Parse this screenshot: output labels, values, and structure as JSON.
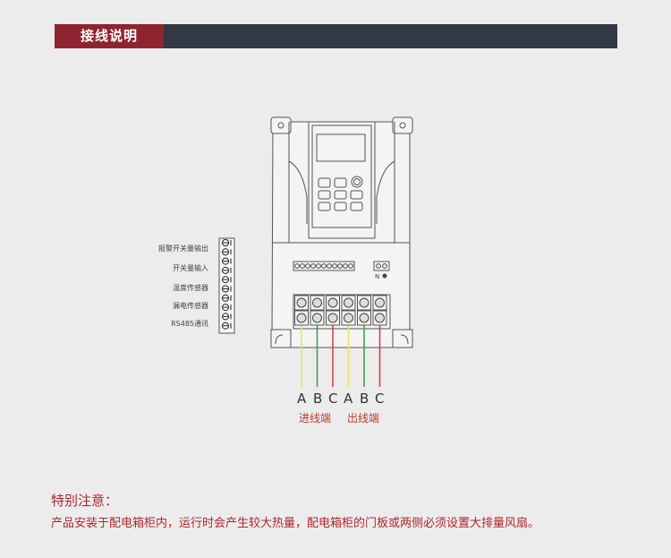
{
  "header": {
    "title": "接线说明"
  },
  "diagram": {
    "terminal_labels": [
      "报警开关量输出",
      "开关量输入",
      "温度传感器",
      "漏电传感器",
      "RS485通讯"
    ],
    "n_label": "N",
    "phase_letters": [
      "A",
      "B",
      "C",
      "A",
      "B",
      "C"
    ],
    "input_label": "进线端",
    "output_label": "出线端",
    "wire_colors": [
      "#e8e06a",
      "#3a9a4a",
      "#d93a3a",
      "#e8e06a",
      "#3a9a4a",
      "#d93a3a"
    ]
  },
  "note": {
    "title": "特别注意：",
    "text": "产品安装于配电箱柜内，运行时会产生较大热量，配电箱柜的门板或两侧必须设置大排量风扇。"
  }
}
